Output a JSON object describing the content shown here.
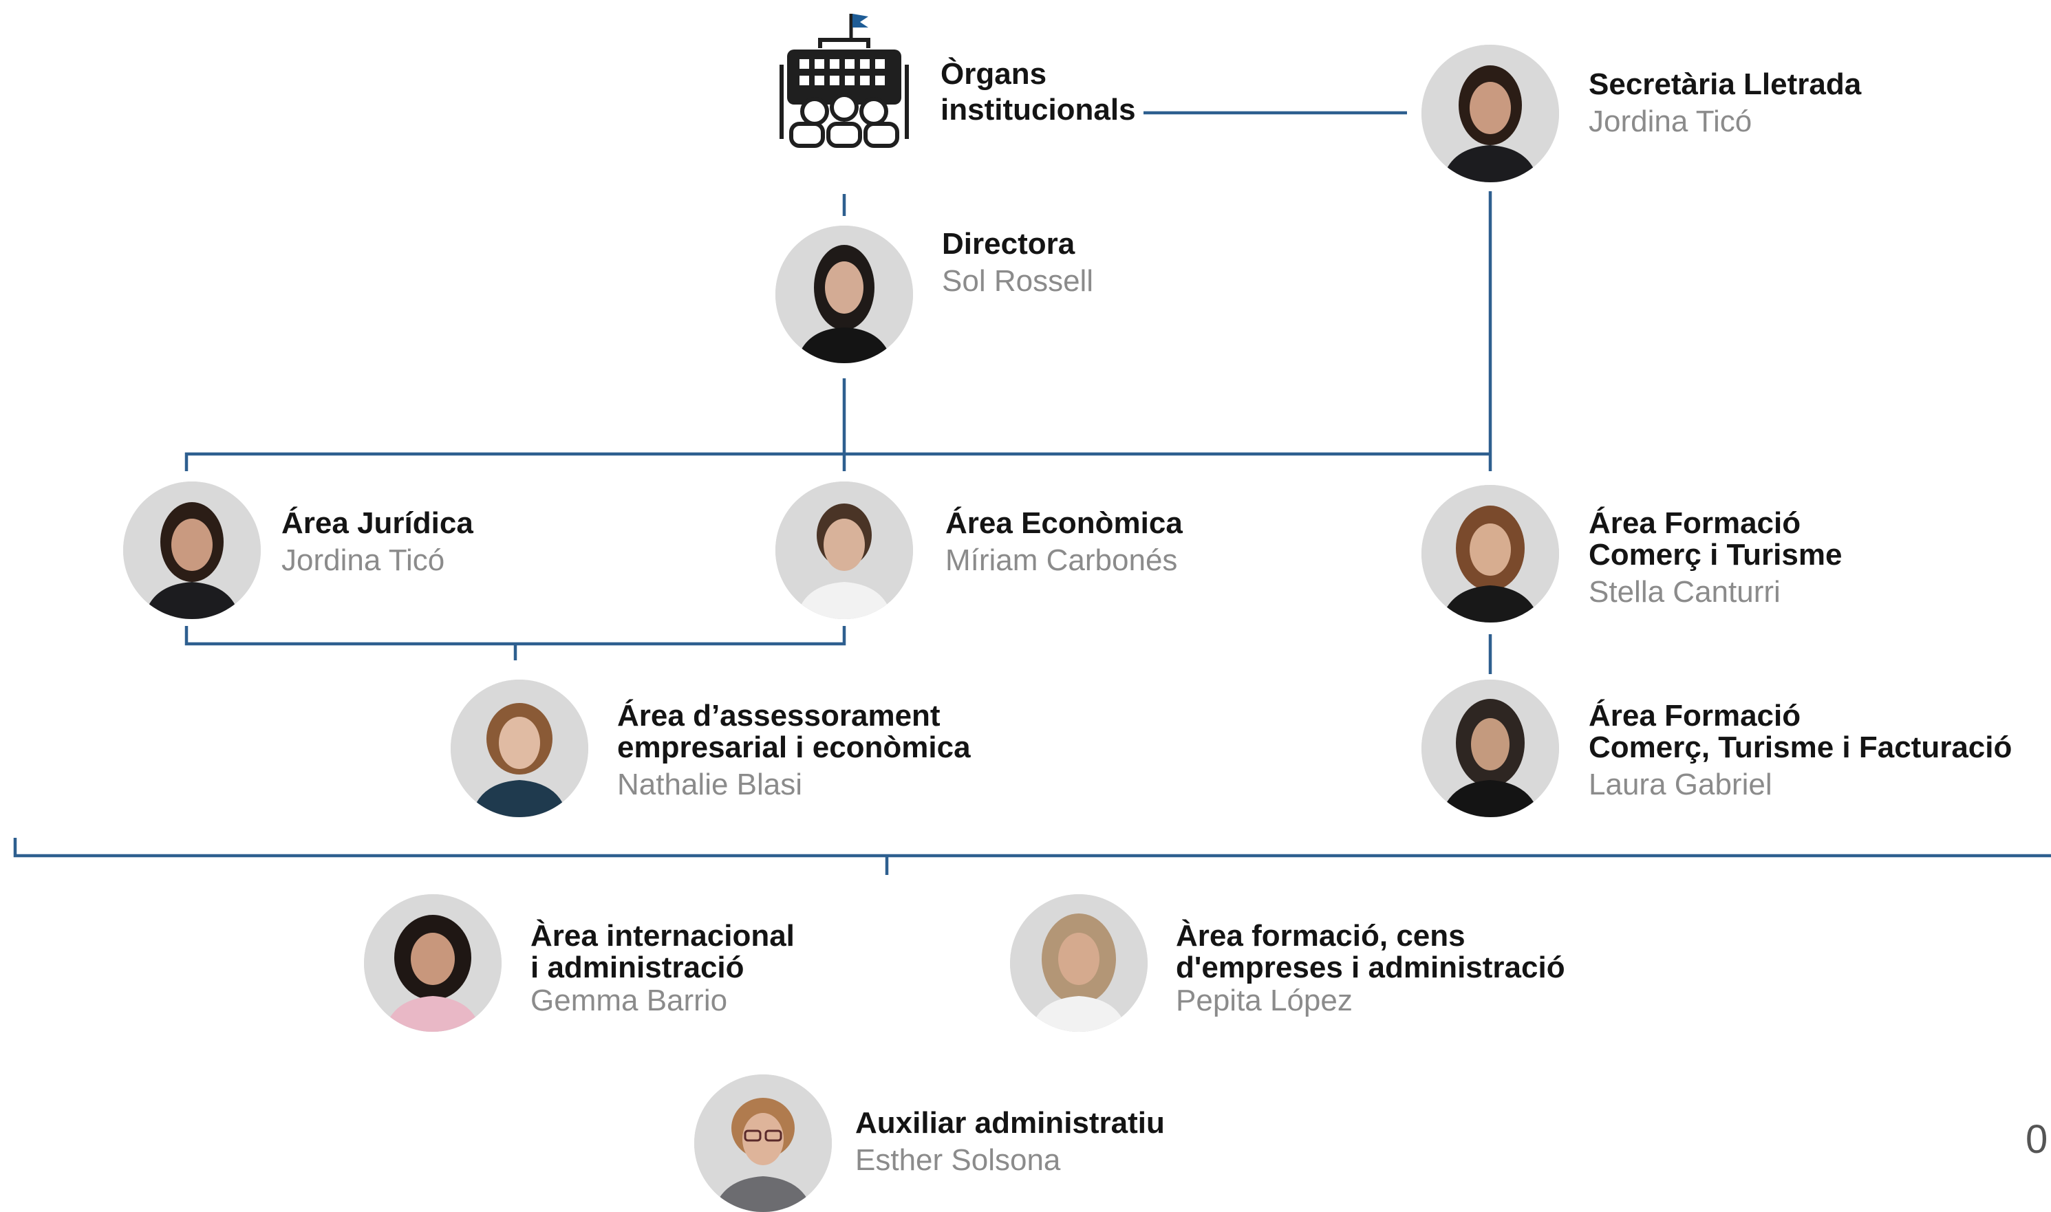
{
  "organs": {
    "role_lines": [
      "Òrgans",
      "institucionals"
    ],
    "icon": "institution-icon"
  },
  "secretaria": {
    "role_lines": [
      "Secretària Lletrada"
    ],
    "name": "Jordina Ticó"
  },
  "directora": {
    "role_lines": [
      "Directora"
    ],
    "name": "Sol Rossell"
  },
  "area_juridica": {
    "role_lines": [
      "Área Jurídica"
    ],
    "name": "Jordina Ticó"
  },
  "area_economica": {
    "role_lines": [
      "Área Econòmica"
    ],
    "name": "Míriam Carbonés"
  },
  "area_formacio_1": {
    "role_lines": [
      "Área Formació",
      "Comerç i Turisme"
    ],
    "name": "Stella Canturri"
  },
  "area_assessorament": {
    "role_lines": [
      "Área d’assessorament",
      "empresarial i econòmica"
    ],
    "name": "Nathalie Blasi"
  },
  "area_formacio_2": {
    "role_lines": [
      "Área Formació",
      "Comerç, Turisme i Facturació"
    ],
    "name": "Laura Gabriel"
  },
  "area_internacional": {
    "role_lines": [
      "Àrea internacional",
      "i administració"
    ],
    "name": "Gemma Barrio"
  },
  "area_cens": {
    "role_lines": [
      "Àrea formació, cens",
      "d'empreses i administració"
    ],
    "name": "Pepita López"
  },
  "auxiliar": {
    "role_lines": [
      "Auxiliar administratiu"
    ],
    "name": "Esther Solsona"
  },
  "page_number": "0",
  "colors": {
    "connector": "#2e5f8f",
    "role_text": "#141414",
    "name_text": "#8b8b8b",
    "avatar_bg": "#d6d6d6"
  }
}
